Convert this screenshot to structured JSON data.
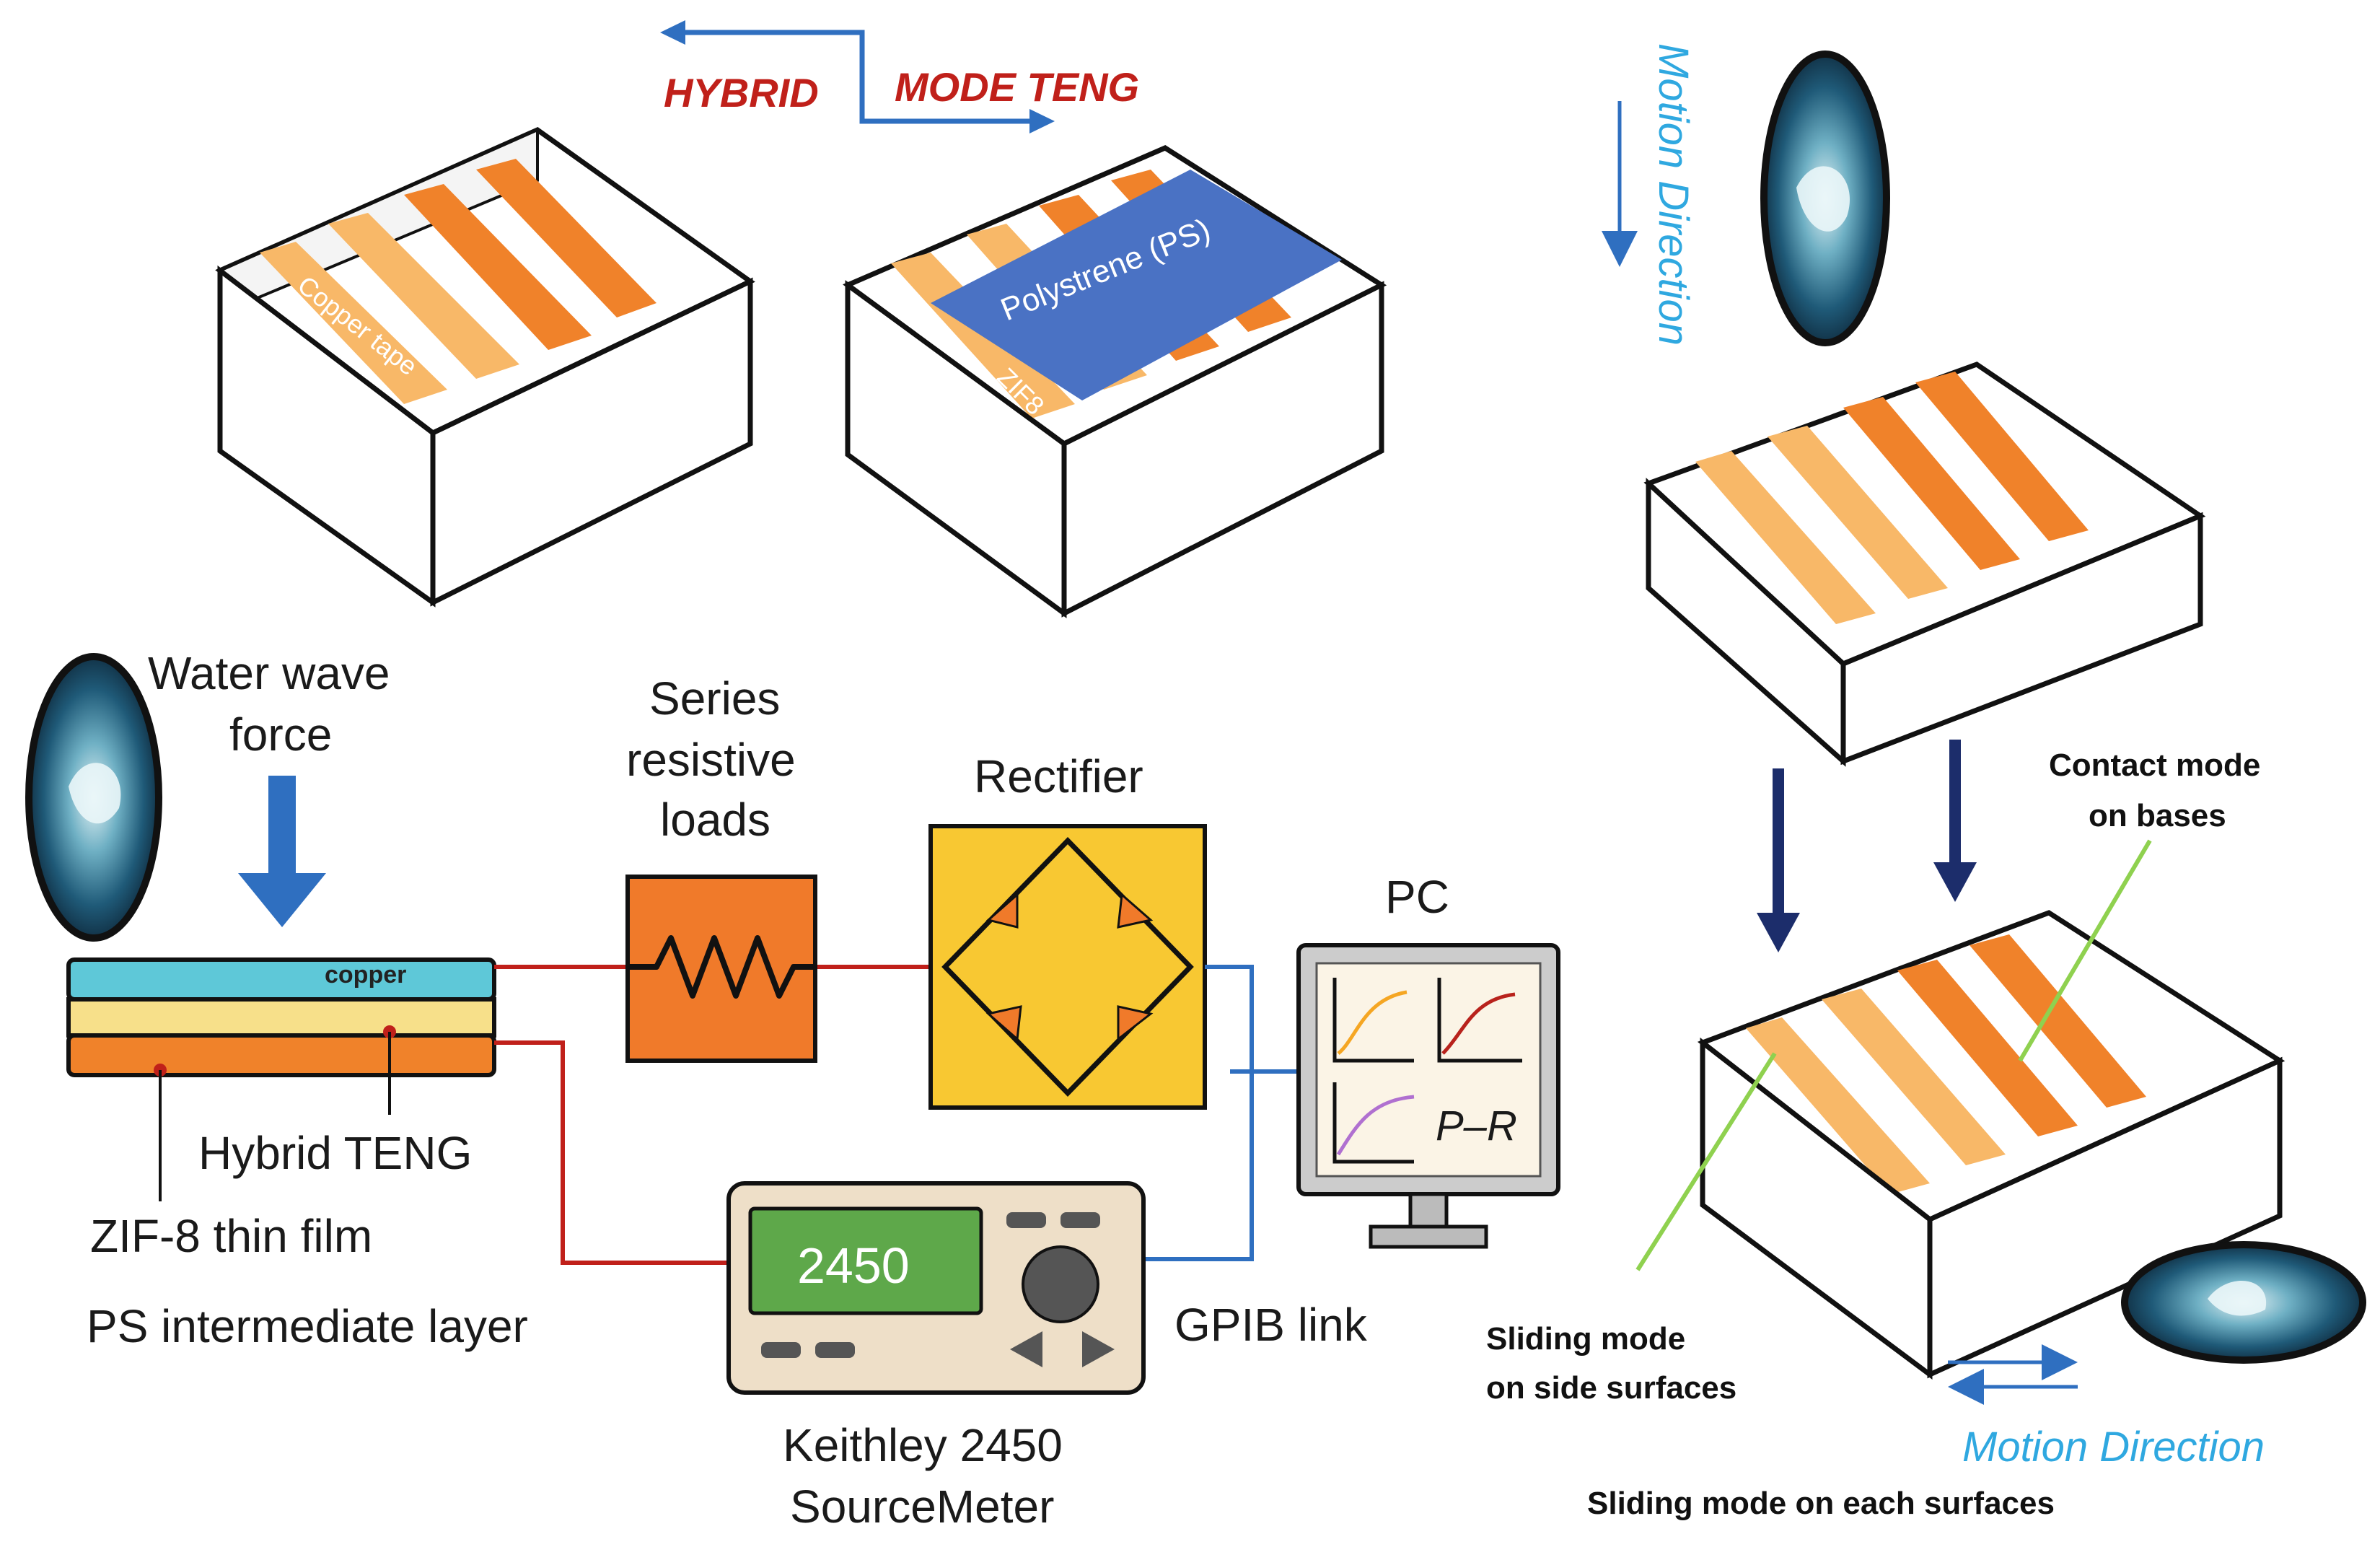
{
  "colors": {
    "copper_light": "#f8b868",
    "copper_dark": "#f0822a",
    "ps_blue": "#4a72c4",
    "wire_red": "#c0201a",
    "wire_blue": "#2f6fc0",
    "arrow_navy": "#1c2d6b",
    "arrow_blue": "#2f6fc0",
    "rectifier_fill": "#f8c832",
    "resistor_fill": "#f07a2a",
    "green_pointer": "#8fd14f",
    "meter_body": "#eedfc8",
    "meter_screen": "#5ea84a"
  },
  "title": {
    "left": "HYBRID",
    "right": "MODE TENG"
  },
  "boxes": {
    "box1_strip_label": "Copper tape",
    "box2_sheet_label": "Polystrene (PS)",
    "box2_strip_label": "ZIF8"
  },
  "right_panel": {
    "motion_direction_vertical": "Motion Direction",
    "motion_direction_horizontal": "Motion Direction",
    "contact_mode_line1": "Contact mode",
    "contact_mode_line2": "on bases",
    "sliding_side_line1": "Sliding  mode",
    "sliding_side_line2": "on side surfaces",
    "sliding_each": "Sliding  mode on each surfaces"
  },
  "circuit": {
    "water_wave_line1": "Water wave",
    "water_wave_line2": "force",
    "copper_layer_label": "copper",
    "hybrid_teng_label": "Hybrid TENG",
    "zif8_label": "ZIF-8 thin film",
    "ps_layer_label": "PS intermediate layer",
    "series_line1": "Series",
    "series_line2": "resistive",
    "series_line3": "loads",
    "rectifier_label": "Rectifier",
    "pc_label": "PC",
    "pc_plot_label": "P–R",
    "meter_display": "2450",
    "gpib_label": "GPIB link",
    "keithley_line1": "Keithley 2450",
    "keithley_line2": "SourceMeter"
  }
}
